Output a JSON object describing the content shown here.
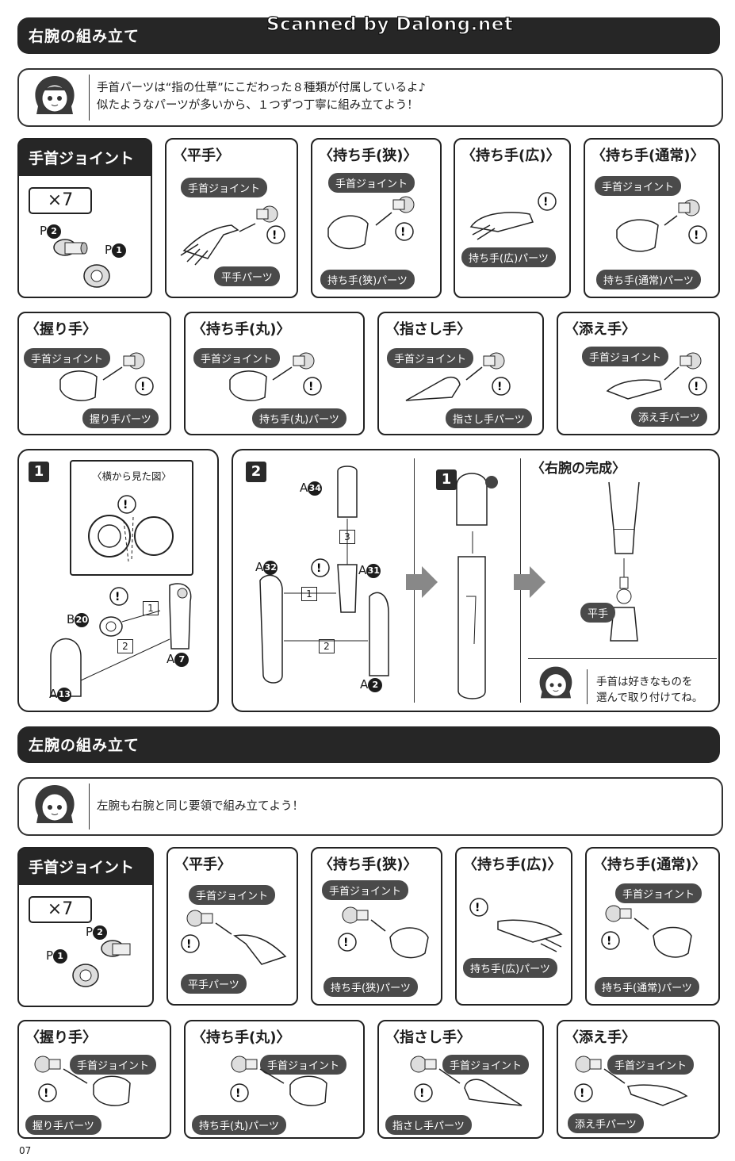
{
  "watermark": "Scanned by Dalong.net",
  "right_section": {
    "title": "右腕の組み立て",
    "note_line1": "手首パーツは“指の仕草”にこだわった８種類が付属しているよ♪",
    "note_line2": "似たようなパーツが多いから、１つずつ丁寧に組み立てよう！"
  },
  "left_section": {
    "title": "左腕の組み立て",
    "note_line1": "左腕も右腕と同じ要領で組み立てよう！"
  },
  "joint_box": {
    "title": "手首ジョイント",
    "count": "×7",
    "p2": "P",
    "p1": "P",
    "n2": "2",
    "n1": "1"
  },
  "joint_label": "手首ジョイント",
  "hands": [
    {
      "title": "〈平手〉",
      "part": "平手パーツ"
    },
    {
      "title": "〈持ち手(狭)〉",
      "part": "持ち手(狭)パーツ"
    },
    {
      "title": "〈持ち手(広)〉",
      "part": "持ち手(広)パーツ"
    },
    {
      "title": "〈持ち手(通常)〉",
      "part": "持ち手(通常)パーツ"
    },
    {
      "title": "〈握り手〉",
      "part": "握り手パーツ"
    },
    {
      "title": "〈持ち手(丸)〉",
      "part": "持ち手(丸)パーツ"
    },
    {
      "title": "〈指さし手〉",
      "part": "指さし手パーツ"
    },
    {
      "title": "〈添え手〉",
      "part": "添え手パーツ"
    }
  ],
  "step1": {
    "num": "1",
    "side_view": "〈横から見た図〉",
    "b_label": "B",
    "b_num": "20",
    "a7_label": "A",
    "a7_num": "7",
    "a13_label": "A",
    "a13_num": "13",
    "s1": "1",
    "s2": "2"
  },
  "step2": {
    "num": "2",
    "a34": "A",
    "a34n": "34",
    "a32": "A",
    "a32n": "32",
    "a31": "A",
    "a31n": "31",
    "a2": "A",
    "a2n": "2",
    "s1": "1",
    "s2": "2",
    "s3": "3",
    "sub_num": "1",
    "complete": "〈右腕の完成〉",
    "wrist": "平手",
    "tip_line1": "手首は好きなものを",
    "tip_line2": "選んで取り付けてね。"
  },
  "page_number": "07"
}
